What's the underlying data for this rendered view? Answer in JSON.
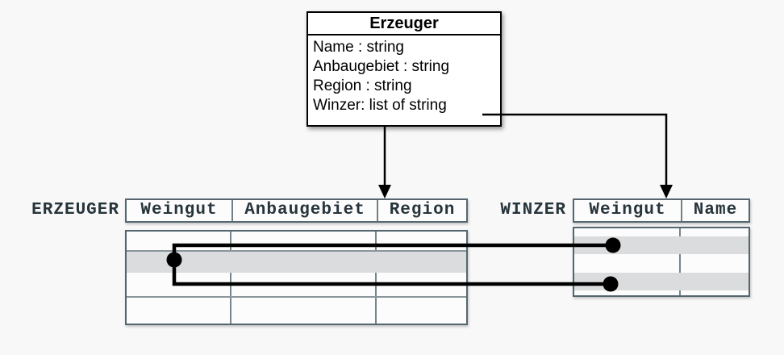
{
  "diagram": {
    "class_box": {
      "title": "Erzeuger",
      "attributes": [
        "Name : string",
        "Anbaugebiet : string",
        "Region : string",
        "Winzer: list of string"
      ]
    },
    "tables": {
      "erzeuger": {
        "label": "ERZEUGER",
        "columns": [
          "Weingut",
          "Anbaugebiet",
          "Region"
        ],
        "row_count": 4,
        "highlighted_rows": [
          2
        ]
      },
      "winzer": {
        "label": "WINZER",
        "columns": [
          "Weingut",
          "Name"
        ],
        "row_count": 4,
        "highlighted_rows": [
          2,
          4
        ]
      }
    },
    "connectors": {
      "class_to_erzeuger": "arrow-down",
      "class_winzer_attribute_to_winzer_table": "elbow-arrow-down",
      "row_links": "erzeuger-row-2 joins winzer-row-2 and winzer-row-4 via dots"
    },
    "colors": {
      "background": "#f8f8f8",
      "class_box_border": "#000000",
      "table_border": "#546770",
      "row_highlight": "#dadcde",
      "connector_line": "#000000",
      "mono_text": "#26343b"
    }
  }
}
